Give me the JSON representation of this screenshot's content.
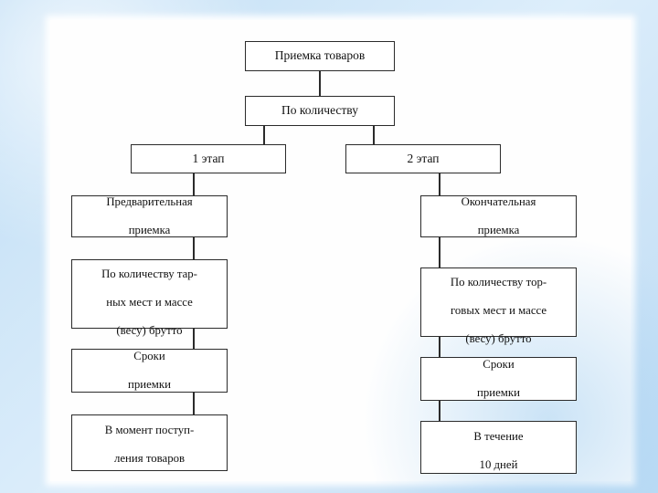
{
  "slide": {
    "title": "Приемка товаров — схема",
    "background_outer": "#cfe6f8",
    "background_panel": "#fefefe",
    "line_color": "#2b2b2b"
  },
  "chart_data": {
    "type": "diagram",
    "diagram_kind": "flowchart-tree",
    "title": "Приемка товаров",
    "language": "ru",
    "nodes": [
      {
        "id": "n1",
        "label": "Приемка товаров",
        "level": 0,
        "column": "center"
      },
      {
        "id": "n2",
        "label": "По количеству",
        "level": 1,
        "column": "center"
      },
      {
        "id": "n3",
        "label": "1 этап",
        "level": 2,
        "column": "left"
      },
      {
        "id": "n4",
        "label": "2  этап",
        "level": 2,
        "column": "right"
      },
      {
        "id": "n5",
        "label": "Предварительная\nприемка",
        "level": 3,
        "column": "left"
      },
      {
        "id": "n6",
        "label": "Окончательная\nприемка",
        "level": 3,
        "column": "right"
      },
      {
        "id": "n7",
        "label": "По количеству тар-\nных мест и массе\n(весу) брутто",
        "level": 4,
        "column": "left"
      },
      {
        "id": "n8",
        "label": "По количеству тор-\nговых мест и массе\n(весу) брутто",
        "level": 4,
        "column": "right"
      },
      {
        "id": "n9",
        "label": "Сроки\nприемки",
        "level": 5,
        "column": "left"
      },
      {
        "id": "n10",
        "label": "Сроки\nприемки",
        "level": 5,
        "column": "right"
      },
      {
        "id": "n11",
        "label": "В момент поступ-\nления товаров",
        "level": 6,
        "column": "left"
      },
      {
        "id": "n12",
        "label": "В течение\n10 дней",
        "level": 6,
        "column": "right"
      }
    ],
    "edges": [
      {
        "from": "n1",
        "to": "n2"
      },
      {
        "from": "n2",
        "to": "n3"
      },
      {
        "from": "n2",
        "to": "n4"
      },
      {
        "from": "n3",
        "to": "n5"
      },
      {
        "from": "n4",
        "to": "n6"
      },
      {
        "from": "n5",
        "to": "n7"
      },
      {
        "from": "n6",
        "to": "n8"
      },
      {
        "from": "n7",
        "to": "n9"
      },
      {
        "from": "n8",
        "to": "n10"
      },
      {
        "from": "n9",
        "to": "n11"
      },
      {
        "from": "n10",
        "to": "n12"
      }
    ]
  },
  "boxes": {
    "root": {
      "line1": "Приемка товаров"
    },
    "by_quantity": {
      "line1": "По количеству"
    },
    "stage1": {
      "line1": "1 этап"
    },
    "stage2": {
      "line1": "2  этап"
    },
    "prelim": {
      "line1": "Предварительная",
      "line2": "приемка"
    },
    "final": {
      "line1": "Окончательная",
      "line2": "приемка"
    },
    "left_count": {
      "line1": "По количеству тар-",
      "line2": "ных мест и массе",
      "line3": "(весу) брутто"
    },
    "right_count": {
      "line1": "По количеству тор-",
      "line2": "говых мест и массе",
      "line3": "(весу) брутто"
    },
    "left_terms": {
      "line1": "Сроки",
      "line2": "приемки"
    },
    "right_terms": {
      "line1": "Сроки",
      "line2": "приемки"
    },
    "left_when": {
      "line1": "В момент поступ-",
      "line2": "ления товаров"
    },
    "right_when": {
      "line1": "В течение",
      "line2": "10 дней"
    }
  }
}
